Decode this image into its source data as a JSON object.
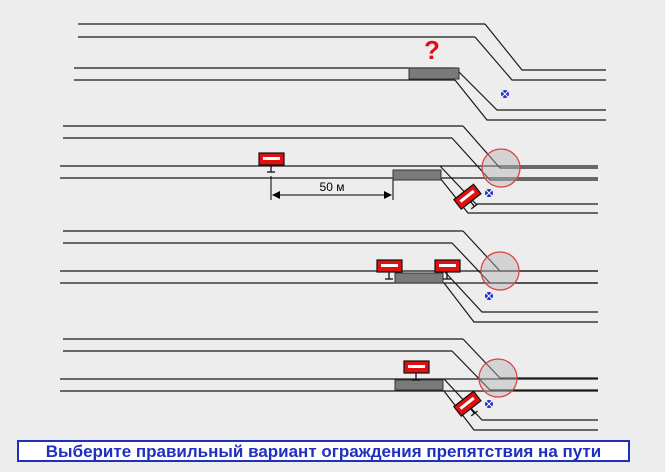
{
  "colors": {
    "background": "#ededed",
    "track": "#1a1a1a",
    "obstacle": "#7a7a7a",
    "signal_red": "#e01010",
    "signal_bar": "#ffffff",
    "banner_text": "#1f2fbf",
    "question_mark": "#e01010",
    "highlight_circle": "#e04040"
  },
  "question_mark": "?",
  "distance_label": "50 м",
  "prompt": "Выберите правильный вариант ограждения препятствия на пути",
  "icons": [
    "question-mark",
    "stop-signal-sign",
    "switch-lantern-icon",
    "highlight-circle",
    "dimension-arrow"
  ],
  "variants": [
    {
      "id": "variant-1",
      "signals": 0,
      "highlighted_switch": false
    },
    {
      "id": "variant-2",
      "signals": 2,
      "highlighted_switch": true
    },
    {
      "id": "variant-3",
      "signals": 2,
      "highlighted_switch": true
    },
    {
      "id": "variant-4",
      "signals": 2,
      "highlighted_switch": true
    }
  ]
}
